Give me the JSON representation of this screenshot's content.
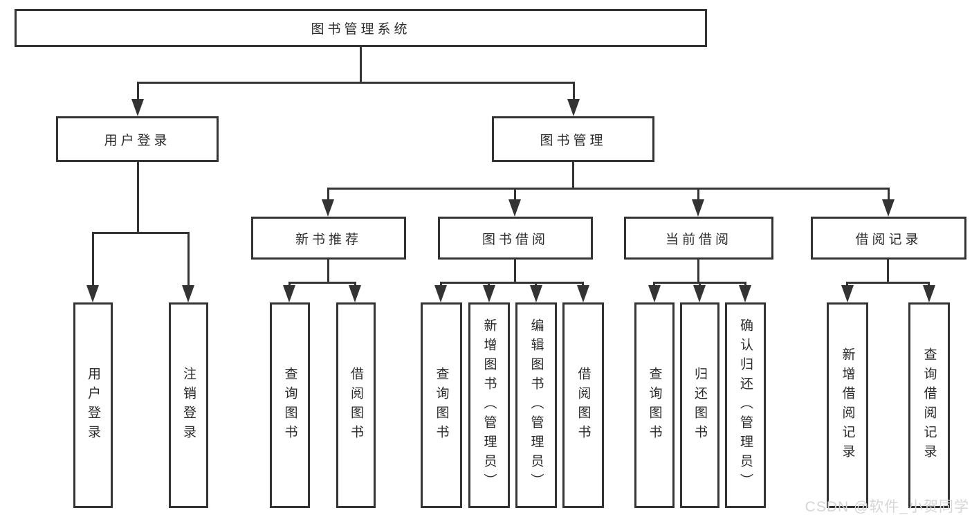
{
  "diagram_type": "tree",
  "tree": {
    "root": {
      "label": "图书管理系统",
      "children": [
        {
          "label": "用户登录",
          "children": [
            {
              "label": "用户登录"
            },
            {
              "label": "注销登录"
            }
          ]
        },
        {
          "label": "图书管理",
          "children": [
            {
              "label": "新书推荐",
              "children": [
                {
                  "label": "查询图书"
                },
                {
                  "label": "借阅图书"
                }
              ]
            },
            {
              "label": "图书借阅",
              "children": [
                {
                  "label": "查询图书"
                },
                {
                  "label": "新增图书（管理员）"
                },
                {
                  "label": "编辑图书（管理员）"
                },
                {
                  "label": "借阅图书"
                }
              ]
            },
            {
              "label": "当前借阅",
              "children": [
                {
                  "label": "查询图书"
                },
                {
                  "label": "归还图书"
                },
                {
                  "label": "确认归还（管理员）"
                }
              ]
            },
            {
              "label": "借阅记录",
              "children": [
                {
                  "label": "新增借阅记录"
                },
                {
                  "label": "查询借阅记录"
                }
              ]
            }
          ]
        }
      ]
    }
  },
  "watermark": {
    "text": "CSDN @软件_小贺同学"
  },
  "colors": {
    "line": "#333333",
    "text": "#2b2b2b",
    "box_background": "#ffffff",
    "page_background": "#ffffff",
    "watermark_text": "#d6d6d6"
  }
}
